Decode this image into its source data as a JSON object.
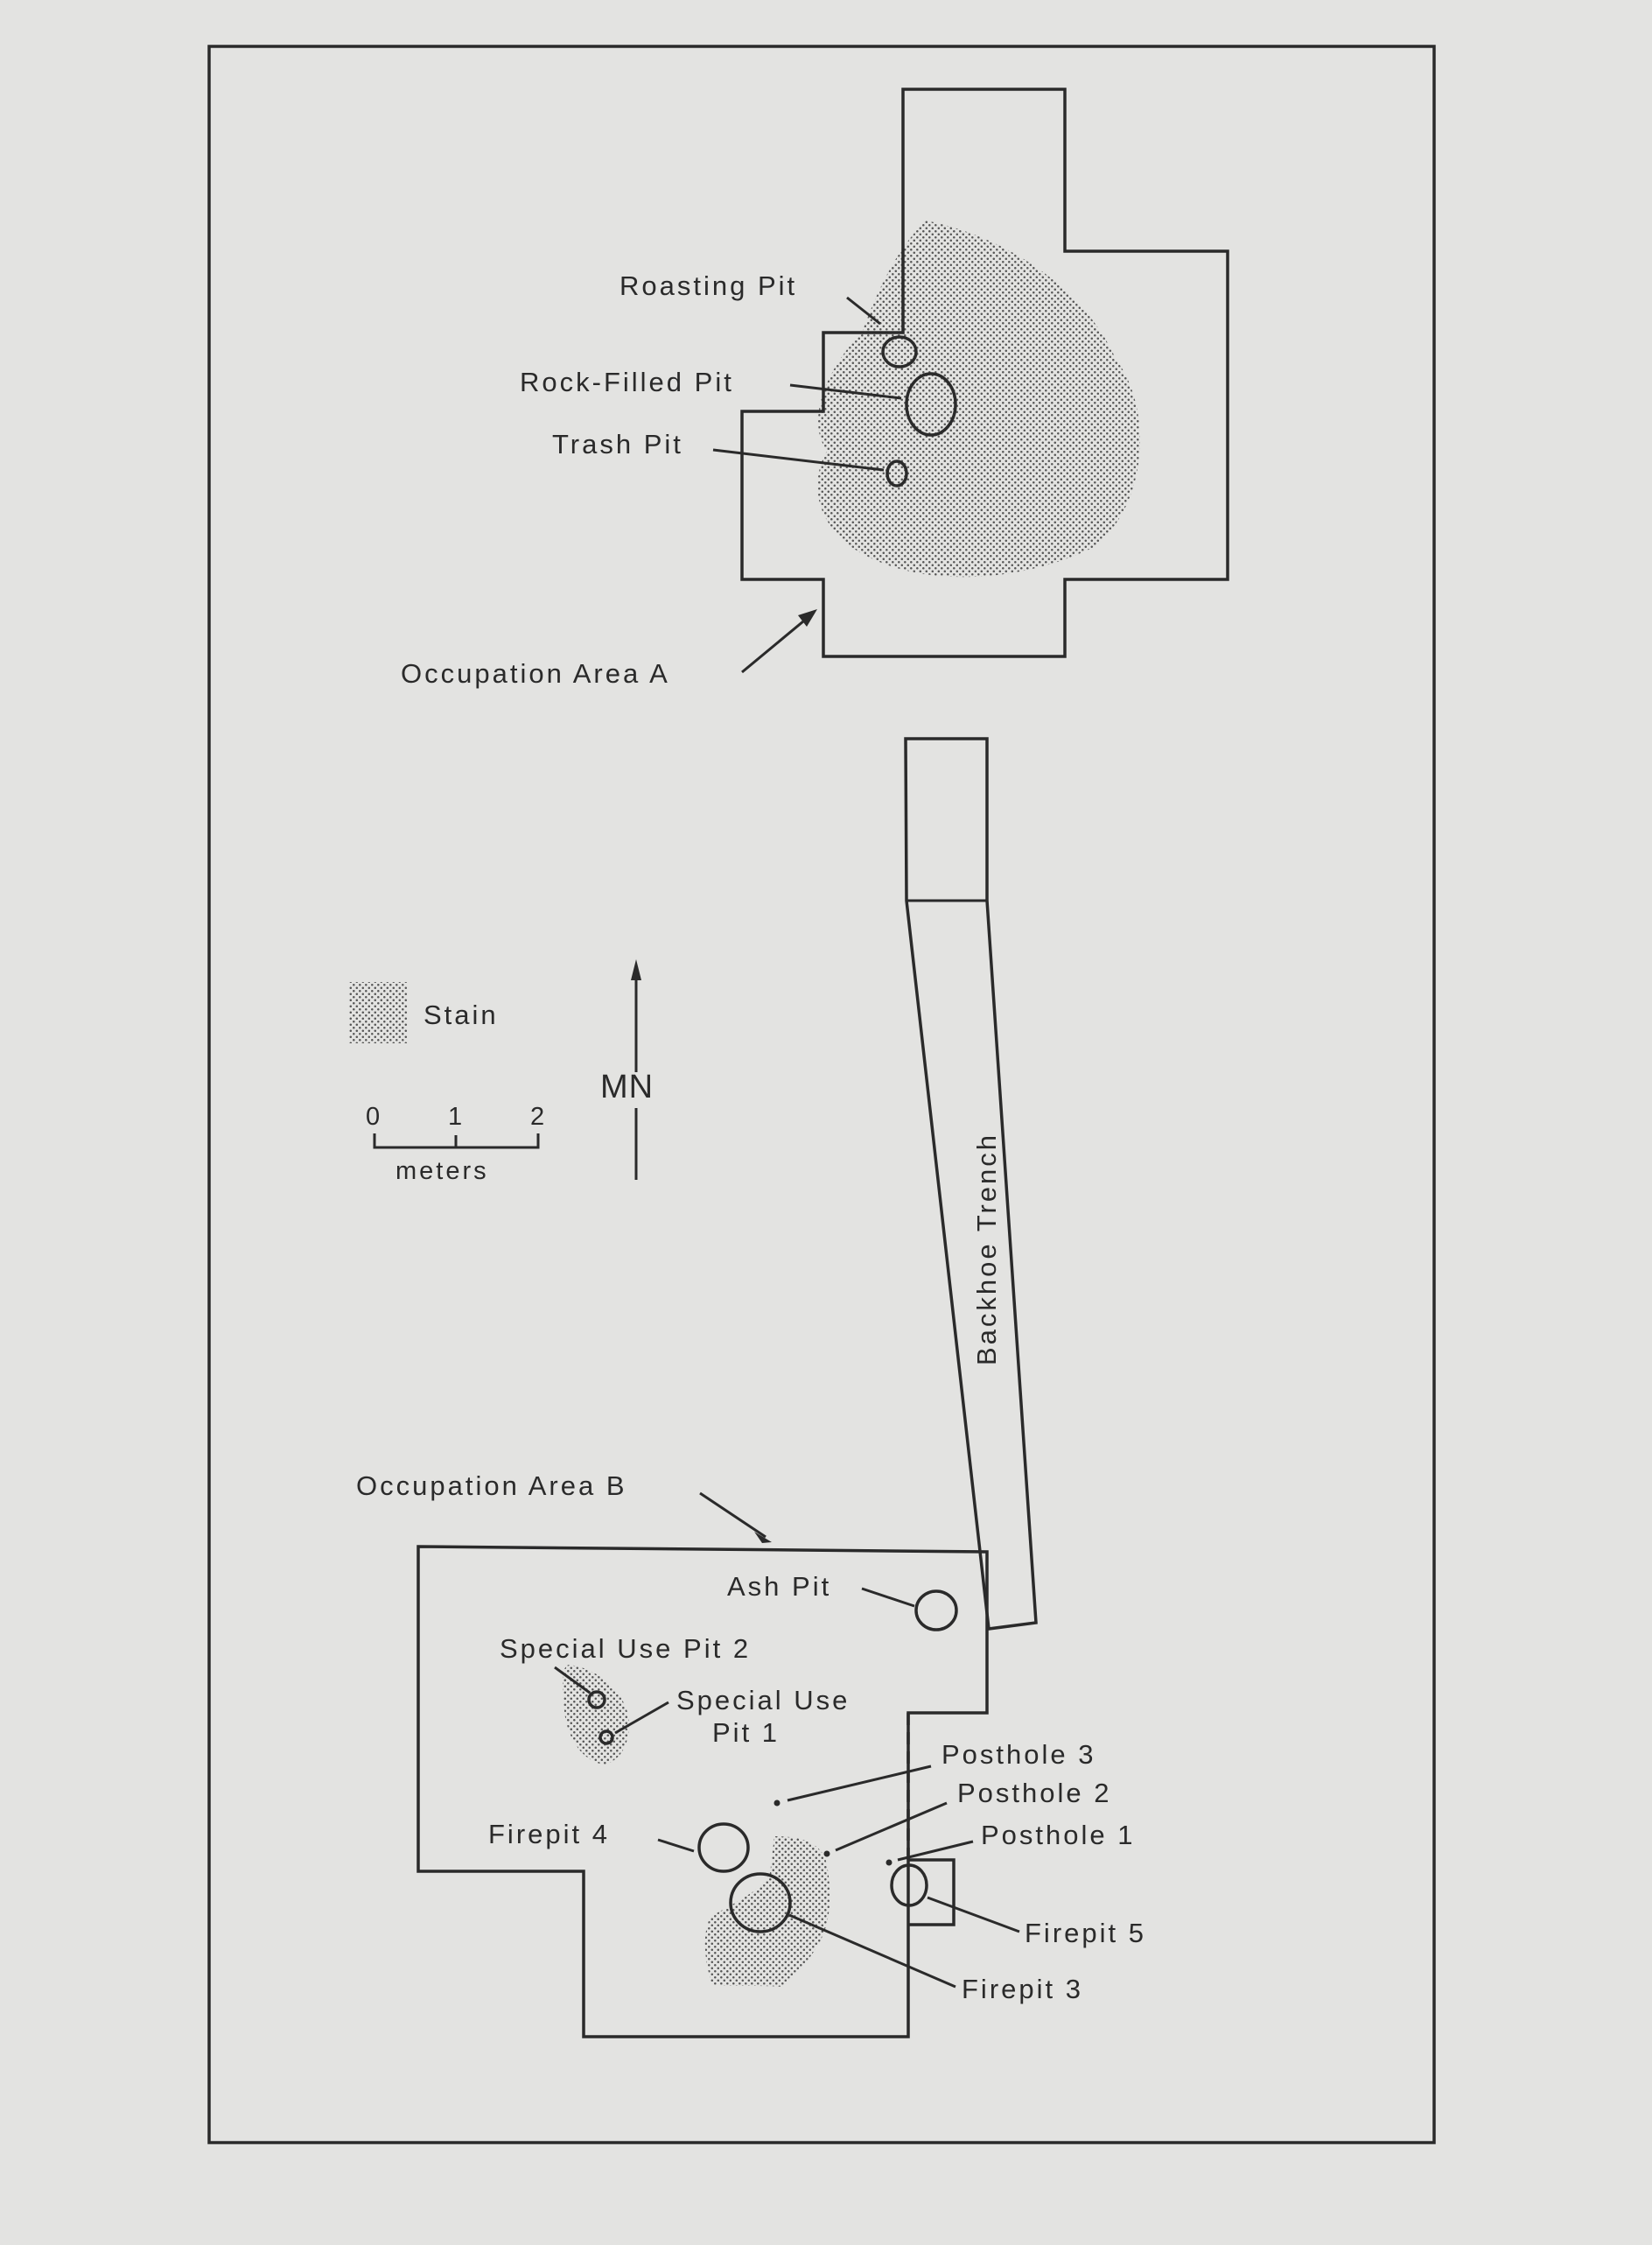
{
  "labels": {
    "roasting_pit": "Roasting Pit",
    "rock_filled_pit": "Rock-Filled Pit",
    "trash_pit": "Trash Pit",
    "occupation_area_a": "Occupation Area A",
    "legend_stain": "Stain",
    "north": "MN",
    "scale_ticks": [
      "0",
      "1",
      "2"
    ],
    "scale_unit": "meters",
    "backhoe_trench": "Backhoe Trench",
    "occupation_area_b": "Occupation Area B",
    "ash_pit": "Ash Pit",
    "special_use_pit_2": "Special Use Pit 2",
    "special_use_pit_1_line1": "Special Use",
    "special_use_pit_1_line2": "Pit 1",
    "posthole_3": "Posthole 3",
    "posthole_2": "Posthole 2",
    "posthole_1": "Posthole 1",
    "firepit_4": "Firepit 4",
    "firepit_5": "Firepit 5",
    "firepit_3": "Firepit 3"
  },
  "colors": {
    "background": "#e3e3e1",
    "ink": "#2a2a2a",
    "stain": "#555555"
  }
}
